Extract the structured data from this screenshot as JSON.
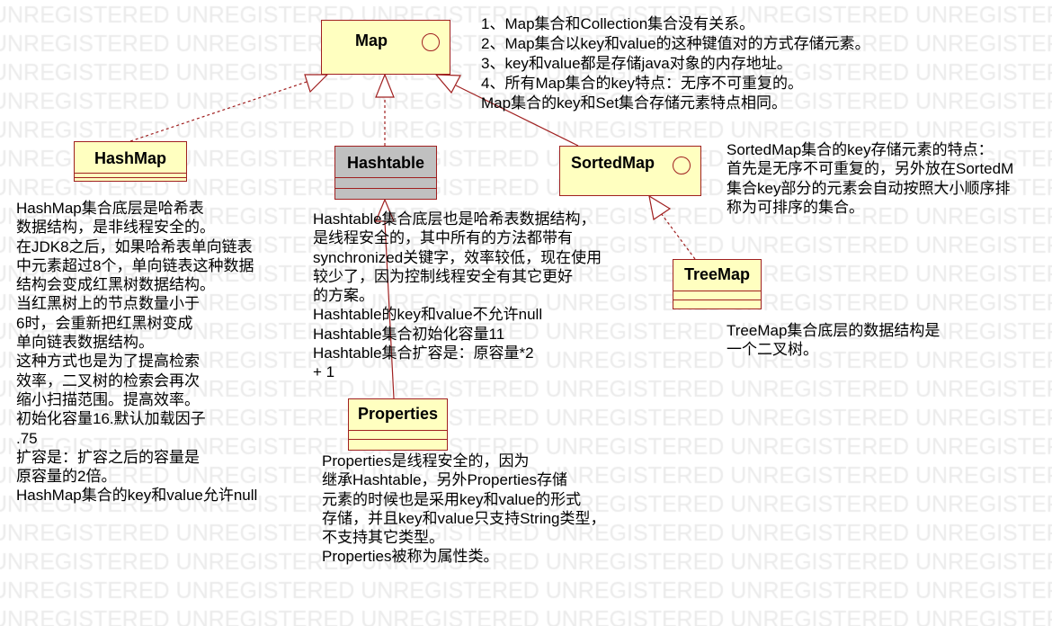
{
  "watermark": "UNREGISTERED",
  "colors": {
    "class_fill": "#ffffc0",
    "abstract_fill": "#c0c0c0",
    "line": "#a02020"
  },
  "classes": {
    "map": {
      "name": "Map",
      "icon": "interface-circle-icon"
    },
    "hashmap": {
      "name": "HashMap"
    },
    "hashtable": {
      "name": "Hashtable"
    },
    "sortedmap": {
      "name": "SortedMap",
      "icon": "interface-circle-icon"
    },
    "treemap": {
      "name": "TreeMap"
    },
    "properties": {
      "name": "Properties"
    }
  },
  "notes": {
    "map": [
      "1、Map集合和Collection集合没有关系。",
      "2、Map集合以key和value的这种键值对的方式存储元素。",
      "3、key和value都是存储java对象的内存地址。",
      "4、所有Map集合的key特点：无序不可重复的。",
      "Map集合的key和Set集合存储元素特点相同。"
    ],
    "hashmap": [
      "HashMap集合底层是哈希表",
      "数据结构，是非线程安全的。",
      "在JDK8之后，如果哈希表单向链表",
      "中元素超过8个，单向链表这种数据",
      "结构会变成红黑树数据结构。",
      "当红黑树上的节点数量小于",
      "6时，会重新把红黑树变成",
      "单向链表数据结构。",
      "这种方式也是为了提高检索",
      "效率，二叉树的检索会再次",
      "缩小扫描范围。提高效率。",
      "初始化容量16.默认加载因子",
      ".75",
      "扩容是：扩容之后的容量是",
      "原容量的2倍。",
      "HashMap集合的key和value允许null"
    ],
    "hashtable": [
      "Hashtable集合底层也是哈希表数据结构，",
      "是线程安全的，其中所有的方法都带有",
      "synchronized关键字，效率较低，现在使用",
      "较少了，因为控制线程安全有其它更好",
      "的方案。",
      "Hashtable的key和value不允许null",
      "Hashtable集合初始化容量11",
      "Hashtable集合扩容是：原容量*2",
      "+ 1"
    ],
    "sortedmap": [
      "SortedMap集合的key存储元素的特点：",
      "首先是无序不可重复的，另外放在SortedM",
      "集合key部分的元素会自动按照大小顺序排",
      "称为可排序的集合。"
    ],
    "treemap": [
      "TreeMap集合底层的数据结构是",
      "一个二叉树。"
    ],
    "properties": [
      "Properties是线程安全的，因为",
      "继承Hashtable，另外Properties存储",
      "元素的时候也是采用key和value的形式",
      "存储，并且key和value只支持String类型，",
      "不支持其它类型。",
      "Properties被称为属性类。"
    ]
  }
}
